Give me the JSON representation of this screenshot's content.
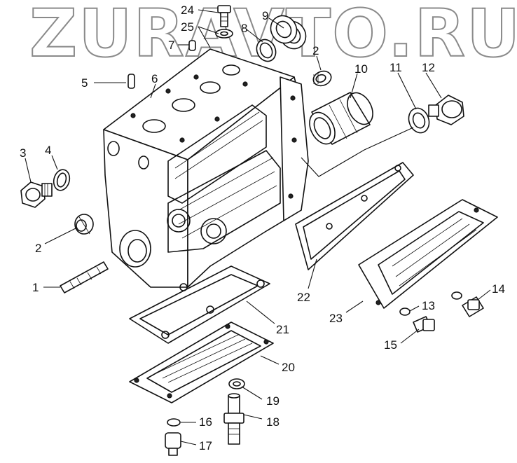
{
  "watermark": "ZURAVTO.RU",
  "callouts": [
    {
      "id": "24",
      "label": "24"
    },
    {
      "id": "25",
      "label": "25"
    },
    {
      "id": "9",
      "label": "9"
    },
    {
      "id": "8",
      "label": "8"
    },
    {
      "id": "7",
      "label": "7"
    },
    {
      "id": "2a",
      "label": "2"
    },
    {
      "id": "10",
      "label": "10"
    },
    {
      "id": "11",
      "label": "11"
    },
    {
      "id": "12",
      "label": "12"
    },
    {
      "id": "5",
      "label": "5"
    },
    {
      "id": "6",
      "label": "6"
    },
    {
      "id": "3",
      "label": "3"
    },
    {
      "id": "4",
      "label": "4"
    },
    {
      "id": "2b",
      "label": "2"
    },
    {
      "id": "1",
      "label": "1"
    },
    {
      "id": "22",
      "label": "22"
    },
    {
      "id": "21",
      "label": "21"
    },
    {
      "id": "23",
      "label": "23"
    },
    {
      "id": "13",
      "label": "13"
    },
    {
      "id": "14",
      "label": "14"
    },
    {
      "id": "15",
      "label": "15"
    },
    {
      "id": "20",
      "label": "20"
    },
    {
      "id": "19",
      "label": "19"
    },
    {
      "id": "18",
      "label": "18"
    },
    {
      "id": "16",
      "label": "16"
    },
    {
      "id": "17",
      "label": "17"
    }
  ],
  "colors": {
    "ink": "#111111",
    "paper": "#ffffff",
    "watermark_stroke": "#8a8a8a"
  }
}
